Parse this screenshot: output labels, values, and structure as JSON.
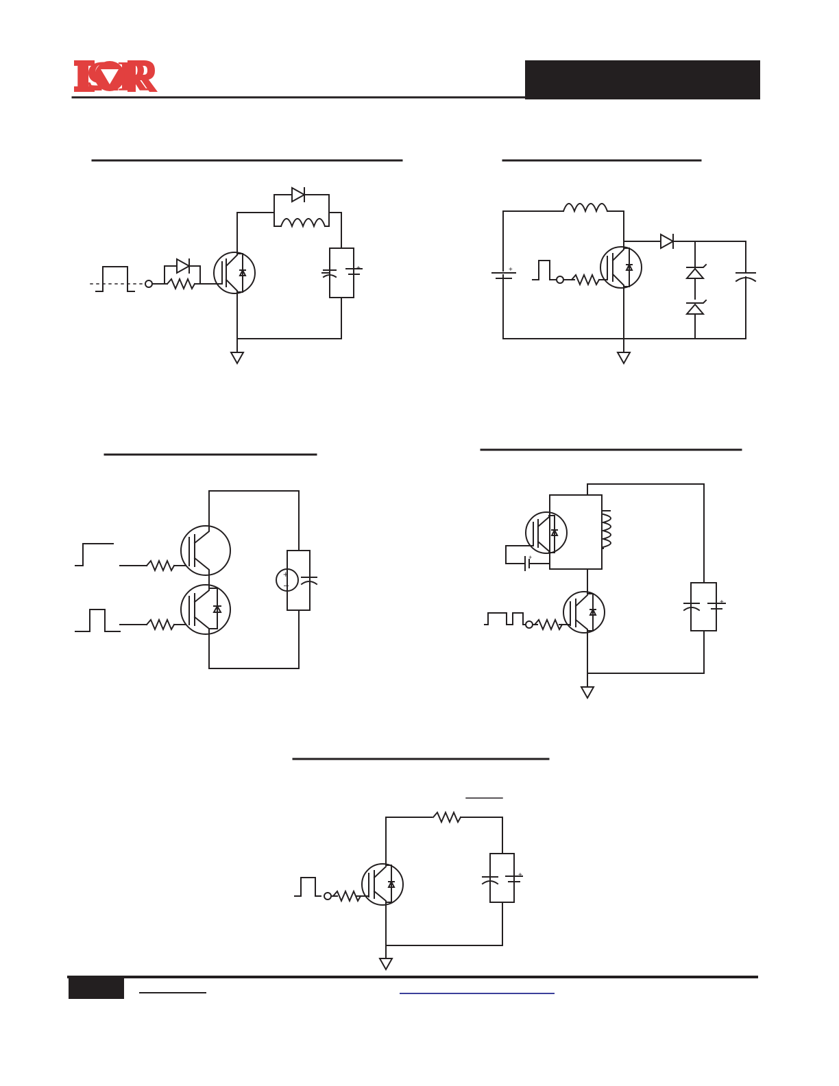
{
  "header": {
    "logo_text": "IΩR",
    "brand_color": "#e2403f",
    "bar_color": "#231f20"
  },
  "figures": [
    {
      "id": "fig-a",
      "description_visible": ""
    },
    {
      "id": "fig-b",
      "description_visible": ""
    },
    {
      "id": "fig-c",
      "description_visible": ""
    },
    {
      "id": "fig-d",
      "description_visible": ""
    },
    {
      "id": "fig-e",
      "description_visible": ""
    }
  ],
  "symbols": {
    "plus": "+",
    "minus": "–"
  },
  "footer": {
    "link_color": "#3b3f9a"
  }
}
